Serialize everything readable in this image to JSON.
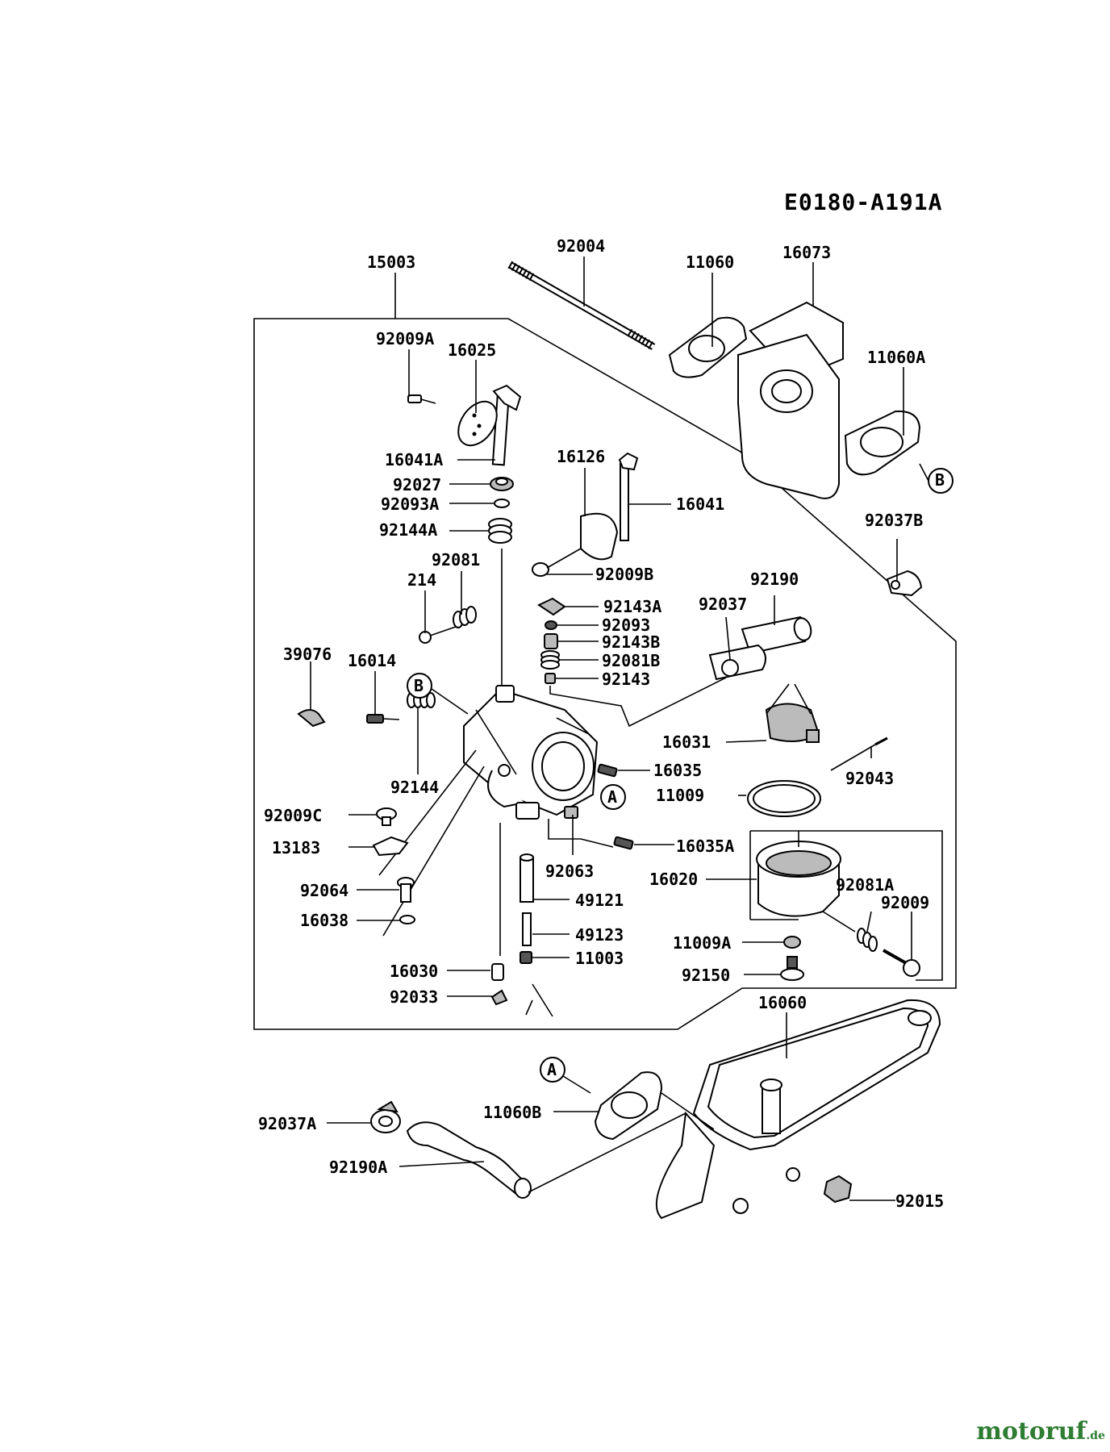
{
  "diagram_code": "E0180-A191A",
  "labels": {
    "p15003": "15003",
    "p92004": "92004",
    "p11060": "11060",
    "p16073": "16073",
    "p11060A": "11060A",
    "pB_top": "B",
    "p92037B": "92037B",
    "p92009A": "92009A",
    "p16025": "16025",
    "p16041A": "16041A",
    "p92027": "92027",
    "p92093A": "92093A",
    "p92144A": "92144A",
    "p16126": "16126",
    "p16041": "16041",
    "p92081": "92081",
    "p214": "214",
    "p92009B": "92009B",
    "p92143A": "92143A",
    "p92093": "92093",
    "p92143B": "92143B",
    "p92081B": "92081B",
    "p92143": "92143",
    "p92190": "92190",
    "p92037": "92037",
    "p39076": "39076",
    "p16014": "16014",
    "pB_mid": "B",
    "p16031": "16031",
    "p92043": "92043",
    "p16035": "16035",
    "pA_mid": "A",
    "p11009": "11009",
    "p92144": "92144",
    "p92009C": "92009C",
    "p13183": "13183",
    "p16035A": "16035A",
    "p92063": "92063",
    "p16020": "16020",
    "p92081A": "92081A",
    "p92009": "92009",
    "p92064": "92064",
    "p49121": "49121",
    "p16038": "16038",
    "p49123": "49123",
    "p11009A": "11009A",
    "p16030": "16030",
    "p11003": "11003",
    "p92150": "92150",
    "p92033": "92033",
    "p16060": "16060",
    "pA_bot": "A",
    "p11060B": "11060B",
    "p92037A": "92037A",
    "p92190A": "92190A",
    "p92015": "92015"
  },
  "watermark": {
    "brand": "motoruf",
    "suffix": ".de"
  }
}
